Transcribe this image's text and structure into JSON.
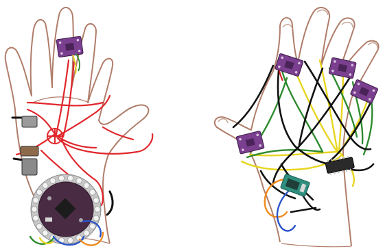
{
  "colors": {
    "background": "#ffffff",
    "skin_outline": "#b07d6a",
    "nail": "#c9a89b",
    "wire_red": "#e0262b",
    "wire_black": "#111111",
    "wire_green": "#2e8b2e",
    "wire_yellow": "#e8d51f",
    "wire_blue": "#2c54c9",
    "wire_orange": "#f08a1d",
    "imu_board": "#7b3f8f",
    "imu_board_dark": "#4a2458",
    "lilypad_board": "#4a2b44",
    "lilypad_petal": "#c8c8c8",
    "bluetooth_module": "#2f8f7f",
    "chip": "#2a2a2a"
  },
  "figure": {
    "left_hand": {
      "side": "palm",
      "components": [
        "imu-sensor",
        "lilypad-arduino",
        "battery",
        "crossed-circle-marker"
      ]
    },
    "right_hand": {
      "side": "back",
      "components": [
        "imu-sensor",
        "imu-sensor",
        "imu-sensor",
        "imu-sensor",
        "bluetooth-module",
        "multiplexer-chip"
      ]
    }
  }
}
